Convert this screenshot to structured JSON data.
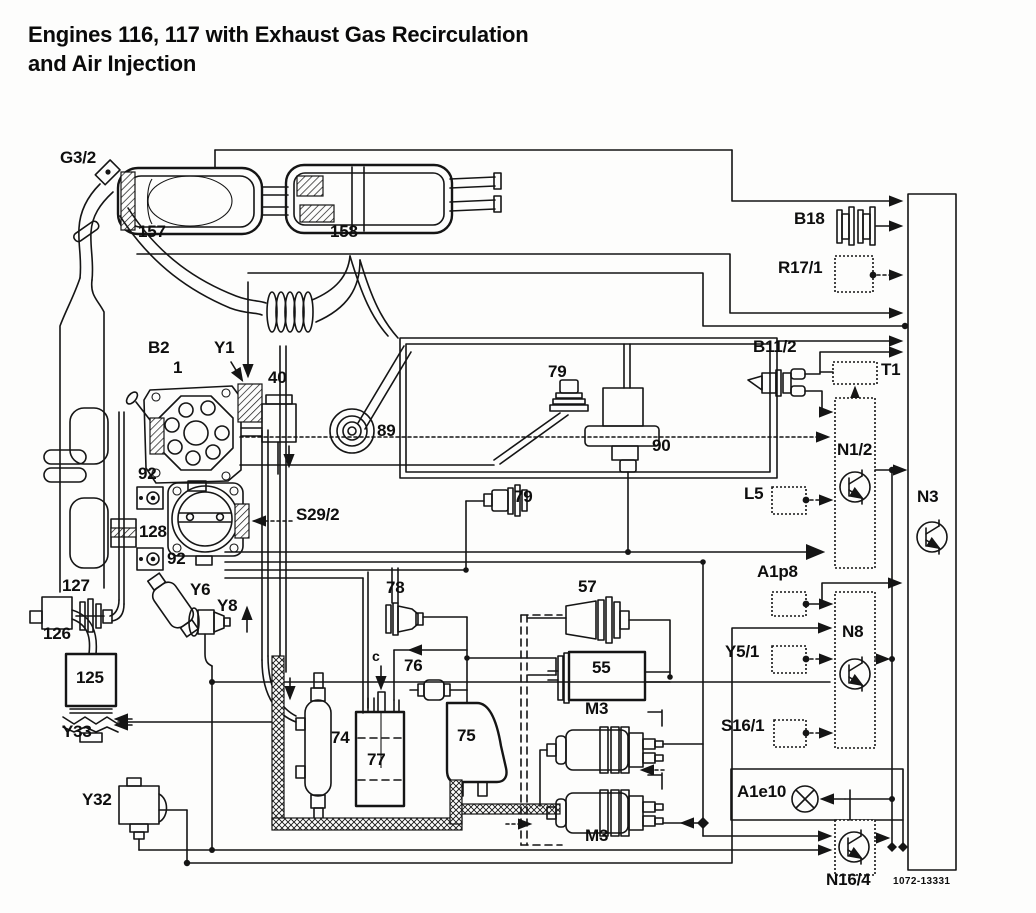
{
  "title": {
    "line1": "Engines 116, 117 with Exhaust Gas Recirculation",
    "line2": "and Air Injection"
  },
  "figure_code": "1072-13331",
  "labels": {
    "g3_2": "G3/2",
    "n157": "157",
    "n158": "158",
    "b2": "B2",
    "n1": "1",
    "y1": "Y1",
    "n40": "40",
    "n89": "89",
    "n92a": "92",
    "n128": "128",
    "n92b": "92",
    "s29_2": "S29/2",
    "y6": "Y6",
    "y8": "Y8",
    "n127": "127",
    "n126": "126",
    "n125": "125",
    "y33": "Y33",
    "y32": "Y32",
    "n78": "78",
    "c": "c",
    "n76": "76",
    "n74": "74",
    "n77": "77",
    "n75": "75",
    "n79a": "79",
    "n90": "90",
    "n79b": "79",
    "n57": "57",
    "n55": "55",
    "m3a": "M3",
    "m3b": "M3",
    "b18": "B18",
    "r17_1": "R17/1",
    "b11_2": "B11/2",
    "t1": "T1",
    "n1_2": "N1/2",
    "l5": "L5",
    "n3": "N3",
    "a1p8": "A1p8",
    "n8": "N8",
    "y5_1": "Y5/1",
    "s16_1": "S16/1",
    "a1e10": "A1e10",
    "n16_4": "N16/4"
  },
  "colors": {
    "ink": "#151515",
    "paper": "#fdfdfc"
  }
}
